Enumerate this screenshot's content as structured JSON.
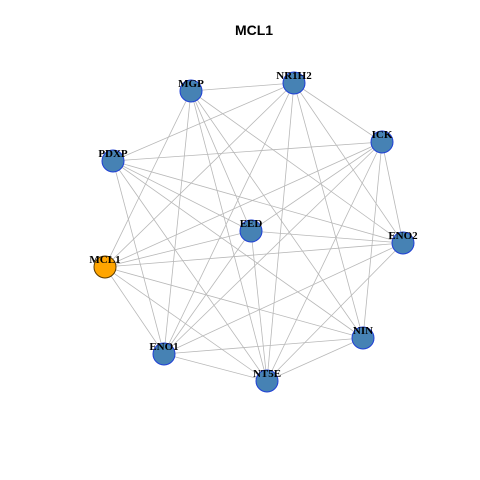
{
  "title": "MCL1",
  "colors": {
    "focus_fill": "#FFA500",
    "focus_stroke": "#5a3a00",
    "node_fill": "#4682B4",
    "node_stroke": "#1f3fd6",
    "edge": "#b8b8b8"
  },
  "nodes": [
    {
      "id": "MGP",
      "focus": false
    },
    {
      "id": "NR1H2",
      "focus": false
    },
    {
      "id": "ICK",
      "focus": false
    },
    {
      "id": "PDXP",
      "focus": false
    },
    {
      "id": "EED",
      "focus": false
    },
    {
      "id": "ENO2",
      "focus": false
    },
    {
      "id": "MCL1",
      "focus": true
    },
    {
      "id": "NIN",
      "focus": false
    },
    {
      "id": "ENO1",
      "focus": false
    },
    {
      "id": "NT5E",
      "focus": false
    }
  ],
  "edges": [
    [
      "MGP",
      "NR1H2"
    ],
    [
      "MGP",
      "MCL1"
    ],
    [
      "MGP",
      "ENO1"
    ],
    [
      "MGP",
      "NT5E"
    ],
    [
      "MGP",
      "NIN"
    ],
    [
      "MGP",
      "ENO2"
    ],
    [
      "MGP",
      "EED"
    ],
    [
      "NR1H2",
      "PDXP"
    ],
    [
      "NR1H2",
      "MCL1"
    ],
    [
      "NR1H2",
      "ENO1"
    ],
    [
      "NR1H2",
      "NT5E"
    ],
    [
      "NR1H2",
      "NIN"
    ],
    [
      "NR1H2",
      "ENO2"
    ],
    [
      "NR1H2",
      "ICK"
    ],
    [
      "ICK",
      "PDXP"
    ],
    [
      "ICK",
      "MCL1"
    ],
    [
      "ICK",
      "ENO1"
    ],
    [
      "ICK",
      "NT5E"
    ],
    [
      "ICK",
      "NIN"
    ],
    [
      "ICK",
      "ENO2"
    ],
    [
      "ICK",
      "EED"
    ],
    [
      "PDXP",
      "ENO1"
    ],
    [
      "PDXP",
      "NT5E"
    ],
    [
      "PDXP",
      "NIN"
    ],
    [
      "PDXP",
      "ENO2"
    ],
    [
      "PDXP",
      "EED"
    ],
    [
      "EED",
      "MCL1"
    ],
    [
      "EED",
      "ENO1"
    ],
    [
      "EED",
      "NT5E"
    ],
    [
      "EED",
      "ENO2"
    ],
    [
      "ENO2",
      "MCL1"
    ],
    [
      "ENO2",
      "ENO1"
    ],
    [
      "ENO2",
      "NT5E"
    ],
    [
      "MCL1",
      "NIN"
    ],
    [
      "MCL1",
      "NT5E"
    ],
    [
      "MCL1",
      "ENO1"
    ],
    [
      "NIN",
      "ENO1"
    ],
    [
      "NIN",
      "NT5E"
    ],
    [
      "ENO1",
      "NT5E"
    ]
  ]
}
